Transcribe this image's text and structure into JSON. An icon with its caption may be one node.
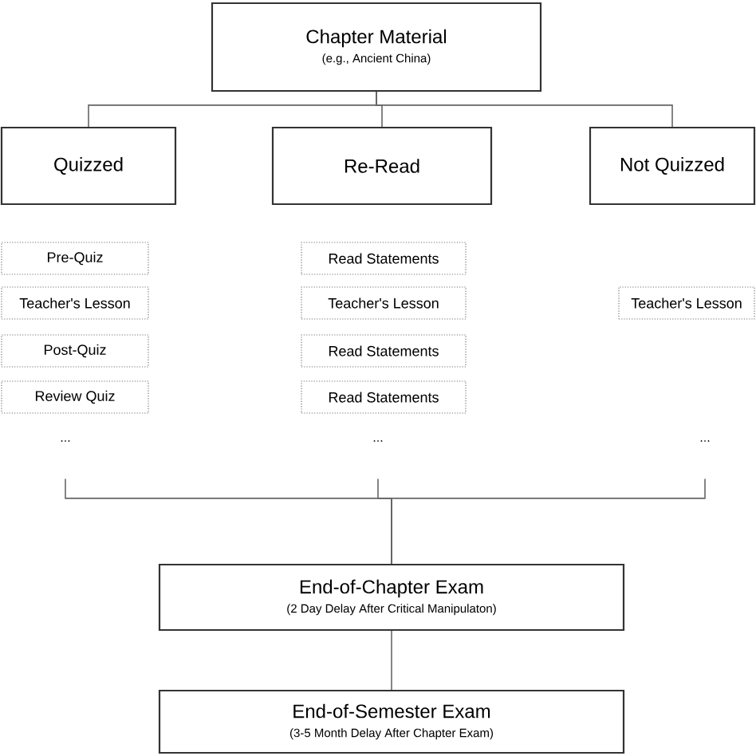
{
  "diagram": {
    "nodes": [
      {
        "text": [
          "Chapter Material",
          "(e.g., Ancient China)"
        ]
      },
      {
        "text": [
          "Quizzed"
        ]
      },
      {
        "text": [
          "Re-Read"
        ]
      },
      {
        "text": [
          "Not Quizzed"
        ]
      },
      {
        "text": [
          "Pre-Quiz"
        ]
      },
      {
        "text": [
          "Teacher's Lesson"
        ]
      },
      {
        "text": [
          "Post-Quiz"
        ]
      },
      {
        "text": [
          "Review Quiz"
        ]
      },
      {
        "text": [
          "Read Statements"
        ]
      },
      {
        "text": [
          "Teacher's Lesson"
        ]
      },
      {
        "text": [
          "Read Statements"
        ]
      },
      {
        "text": [
          "Read Statements"
        ]
      },
      {
        "text": [
          "Teacher's Lesson"
        ]
      },
      {
        "text": [
          "..."
        ]
      },
      {
        "text": [
          "..."
        ]
      },
      {
        "text": [
          "..."
        ]
      },
      {
        "text": [
          "End-of-Chapter Exam",
          "(2 Day Delay After Critical Manipulaton)"
        ]
      },
      {
        "text": [
          "End-of-Semester Exam",
          "(3-5 Month Delay After Chapter Exam)"
        ]
      }
    ],
    "edges": [
      {
        "from": 0,
        "to": 1,
        "arrow": "none"
      },
      {
        "from": 0,
        "to": 2,
        "arrow": "none"
      },
      {
        "from": 0,
        "to": 3,
        "arrow": "none"
      },
      {
        "from": 13,
        "to": 16,
        "arrow": "none"
      },
      {
        "from": 14,
        "to": 16,
        "arrow": "none"
      },
      {
        "from": 15,
        "to": 16,
        "arrow": "none"
      },
      {
        "from": 16,
        "to": 17,
        "arrow": "none"
      }
    ]
  }
}
